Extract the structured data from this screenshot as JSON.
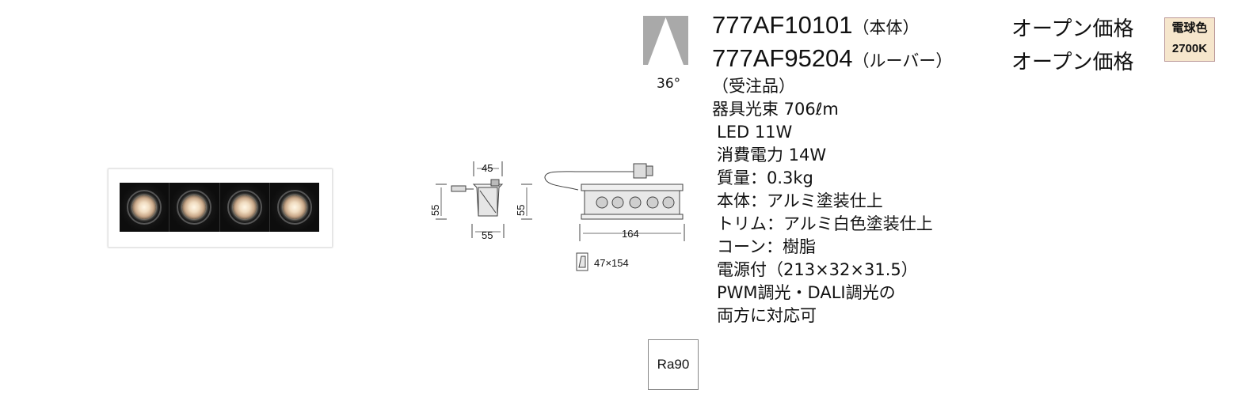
{
  "beam": {
    "angle_label": "36°"
  },
  "products": [
    {
      "code": "777AF10101",
      "note": "（本体）",
      "price": "オープン価格"
    },
    {
      "code": "777AF95204",
      "note": "（ルーバー）",
      "price": "オープン価格"
    }
  ],
  "badge": {
    "line1": "電球色",
    "line2": "2700K"
  },
  "specs": {
    "order": "（受注品）",
    "flux": "器具光束 706ℓm",
    "led": "LED 11W",
    "power": "消費電力 14W",
    "weight": "質量：0.3kg",
    "body": "本体：アルミ塗装仕上",
    "trim": "トリム：アルミ白色塗装仕上",
    "cone": "コーン：樹脂",
    "supply": "電源付（213×32×31.5）",
    "dimming1": "PWM調光・DALI調光の",
    "dimming2": "両方に対応可"
  },
  "dimensions": {
    "front_top": "45",
    "front_left": "55",
    "front_bottom": "55",
    "side_left": "55",
    "side_bottom": "164",
    "cutout": "47×154"
  },
  "ra": "Ra90"
}
